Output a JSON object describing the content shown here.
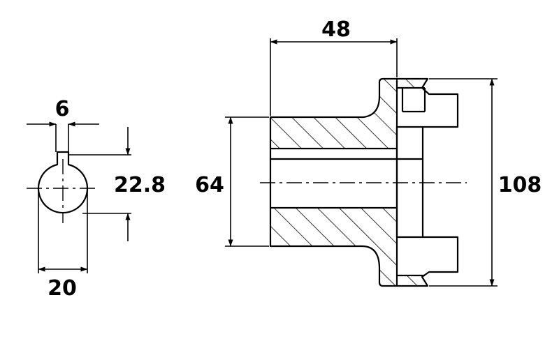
{
  "drawing": {
    "key_width": "6",
    "key_depth": "22.8",
    "shaft_diameter": "20",
    "hub_length": "48",
    "hub_diameter": "64",
    "flange_diameter": "108"
  }
}
